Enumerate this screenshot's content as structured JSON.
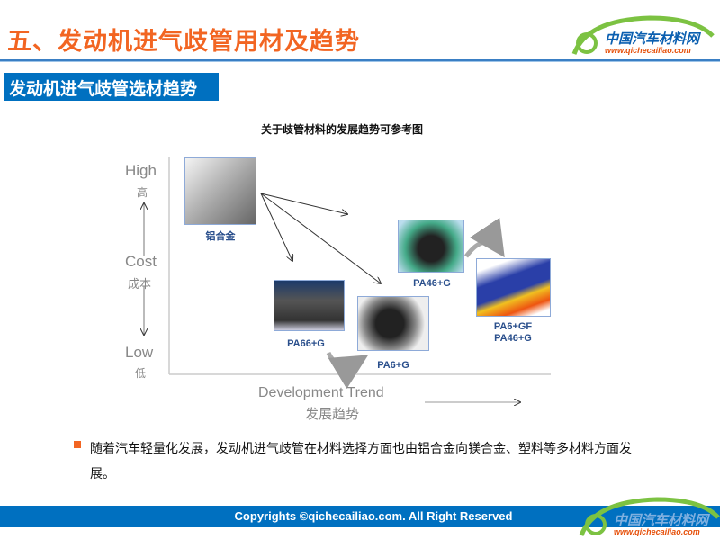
{
  "header": {
    "title": "五、发动机进气歧管用材及趋势",
    "logo_name": "中国汽车材料网",
    "logo_url": "www.qichecailiao.com"
  },
  "section": {
    "subtitle": "发动机进气歧管选材趋势"
  },
  "figure": {
    "caption": "关于歧管材料的发展趋势可参考图",
    "y_axis": {
      "high": "High",
      "high_cn": "高",
      "cost": "Cost",
      "cost_cn": "成本",
      "low": "Low",
      "low_cn": "低"
    },
    "x_axis": {
      "label": "Development Trend",
      "label_cn": "发展趋势"
    },
    "materials": [
      {
        "label": "铝合金"
      },
      {
        "label": "PA66+G"
      },
      {
        "label": "PA6+G"
      },
      {
        "label": "PA46+G"
      },
      {
        "label": "PA6+GF",
        "label2": "PA46+G"
      }
    ]
  },
  "body": {
    "bullet": "随着汽车轻量化发展，发动机进气歧管在材料选择方面也由铝合金向镁合金、塑料等多材料方面发展。"
  },
  "footer": {
    "text": "Copyrights ©qichecailiao.com. All Right Reserved"
  }
}
